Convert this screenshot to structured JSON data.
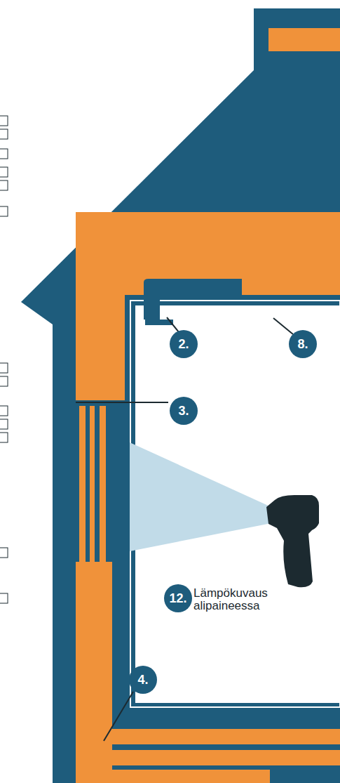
{
  "diagram": {
    "nodes": [
      {
        "text": [
          "2."
        ]
      },
      {
        "text": [
          "8."
        ]
      },
      {
        "text": [
          "3."
        ]
      },
      {
        "text": [
          "12.",
          "Lämpökuvaus alipaineessa"
        ]
      },
      {
        "text": [
          "4."
        ]
      }
    ]
  }
}
